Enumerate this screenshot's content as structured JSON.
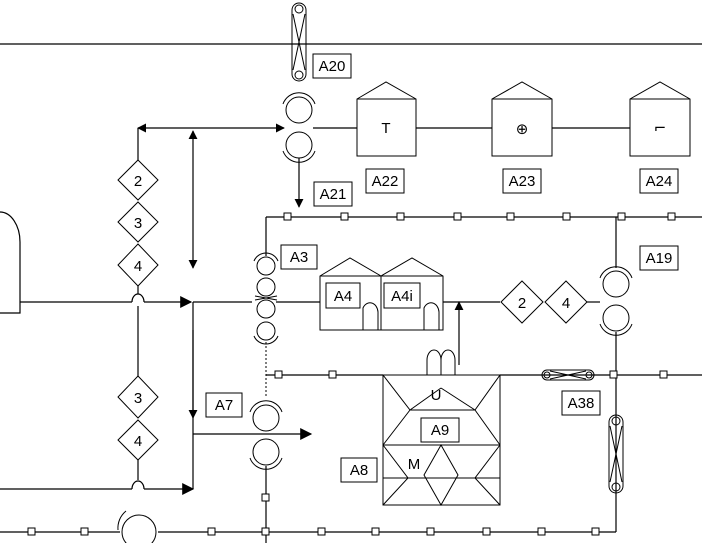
{
  "labels": {
    "a20": "A20",
    "a21": "A21",
    "a22": "A22",
    "a23": "A23",
    "a24": "A24",
    "a3": "A3",
    "a4": "A4",
    "a4i": "A4i",
    "a19": "A19",
    "a7": "A7",
    "a38": "A38",
    "a9": "A9",
    "a8": "A8"
  },
  "diamonds": {
    "left_upper": [
      "2",
      "3",
      "4"
    ],
    "left_lower": [
      "3",
      "4"
    ],
    "right": [
      "2",
      "4"
    ]
  },
  "symbols": {
    "a22_letter": "T",
    "a23_glyph": "⊕",
    "a24_glyph": "⌐",
    "a9_top": "U",
    "a9_bottom": "M"
  }
}
